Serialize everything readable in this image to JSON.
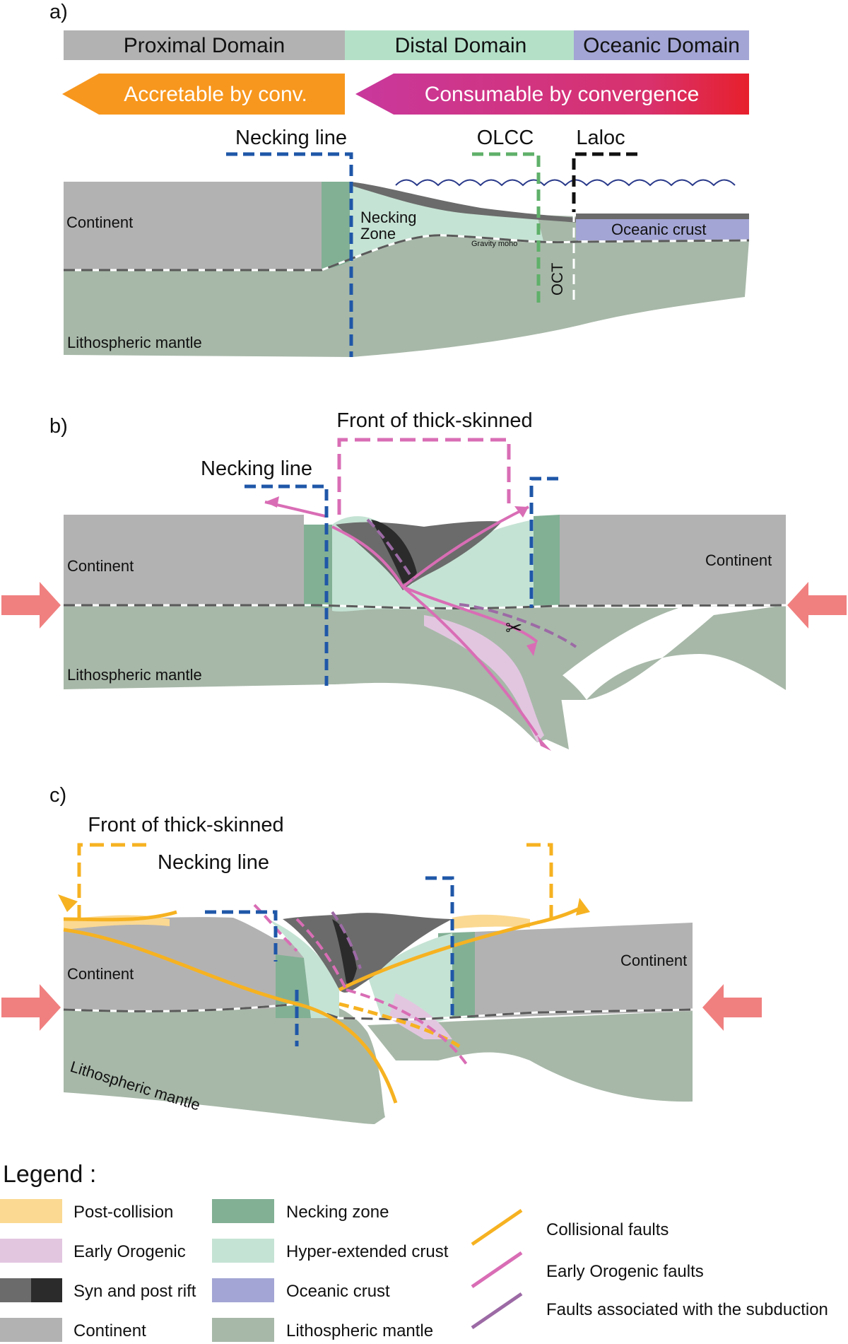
{
  "panel_a": {
    "label": "a)",
    "domains": {
      "proximal": "Proximal Domain",
      "distal": "Distal Domain",
      "oceanic": "Oceanic Domain"
    },
    "arrows": {
      "accretable": "Accretable by conv.",
      "consumable": "Consumable by convergence"
    },
    "lines": {
      "necking": "Necking line",
      "olcc": "OLCC",
      "laloc": "Laloc"
    },
    "labels": {
      "continent": "Continent",
      "necking_zone_1": "Necking",
      "necking_zone_2": "Zone",
      "oceanic_crust": "Oceanic crust",
      "gravity_moho": "Gravity moho",
      "oct": "OCT",
      "mantle": "Lithospheric mantle"
    }
  },
  "panel_b": {
    "label": "b)",
    "front": "Front of thick-skinned",
    "necking": "Necking line",
    "continent_left": "Continent",
    "continent_right": "Continent",
    "mantle": "Lithospheric mantle"
  },
  "panel_c": {
    "label": "c)",
    "front": "Front of  thick-skinned",
    "necking": "Necking line",
    "continent_left": "Continent",
    "continent_right": "Continent",
    "mantle": "Lithospheric mantle"
  },
  "legend": {
    "title": "Legend :",
    "col1": [
      "Post-collision",
      "Early Orogenic",
      "Syn and post rift",
      "Continent"
    ],
    "col2": [
      "Necking zone",
      "Hyper-extended crust",
      "Oceanic crust",
      "Lithospheric mantle"
    ],
    "col3": [
      "Collisional faults",
      "Early Orogenic faults",
      "Faults associated with the subduction"
    ]
  },
  "colors": {
    "continent": "#b3b2b2",
    "mantle": "#a7b8a8",
    "necking_zone": "#82b095",
    "hyper_extended": "#c5e3d4",
    "oceanic_crust": "#a3a5d4",
    "post_collision": "#fbd992",
    "early_orogenic": "#e2c6e0",
    "syn_post_rift_light": "#6b6b6b",
    "syn_post_rift_dark": "#2b2b2b",
    "necking_line": "#1f57a8",
    "olcc": "#5fb06a",
    "laloc": "#111111",
    "collisional_fault": "#f6b221",
    "early_orogenic_fault": "#d96db5",
    "subduction_fault": "#9c6aa5",
    "convergence_arrow": "#f08080",
    "accretable": "#f7971e",
    "consumable_start": "#d63a9f",
    "consumable_end": "#e5202f"
  }
}
